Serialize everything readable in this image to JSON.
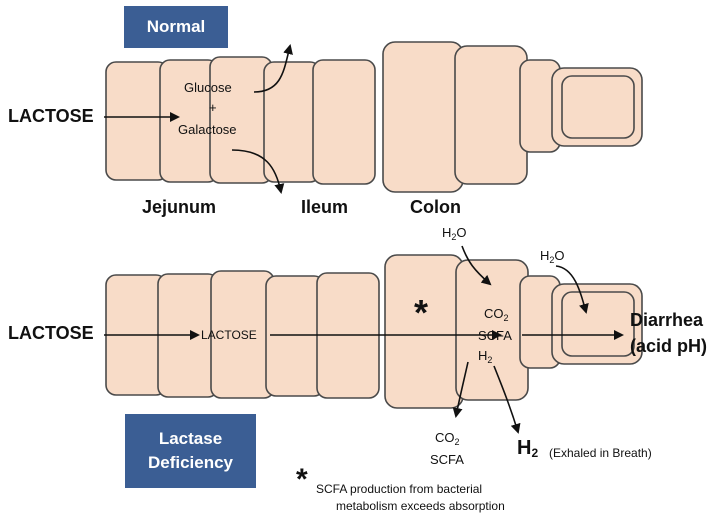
{
  "badges": {
    "normal": "Normal",
    "lactase_line1": "Lactase",
    "lactase_line2": "Deficiency"
  },
  "normal": {
    "input_label": "LACTOSE",
    "product_glucose": "Glucose",
    "product_plus": "+",
    "product_galactose": "Galactose",
    "regions": [
      "Jejunum",
      "Ileum",
      "Colon"
    ]
  },
  "deficiency": {
    "input_label": "LACTOSE",
    "inner_label": "LACTOSE",
    "asterisk": "*",
    "water_1": {
      "base": "H",
      "sub": "2",
      "rest": "O"
    },
    "water_2": {
      "base": "H",
      "sub": "2",
      "rest": "O"
    },
    "co2_inner": {
      "base": "CO",
      "sub": "2"
    },
    "scfa_inner": "SCFA",
    "h2_inner": {
      "base": "H",
      "sub": "2"
    },
    "outcome_line1": "Diarrhea",
    "outcome_line2": "(acid pH)",
    "co2_out": {
      "base": "CO",
      "sub": "2"
    },
    "scfa_out": "SCFA",
    "h2_out": {
      "base": "H",
      "sub": "2"
    },
    "h2_out_note": "(Exhaled in Breath)"
  },
  "footnote": {
    "marker": "*",
    "line1": "SCFA production from bacterial",
    "line2": "metabolism exceeds absorption"
  },
  "colors": {
    "segment_fill": "#f8dcc8",
    "segment_outline": "#4a4a4a",
    "badge": "#3b5e94",
    "arrow": "#111111"
  }
}
